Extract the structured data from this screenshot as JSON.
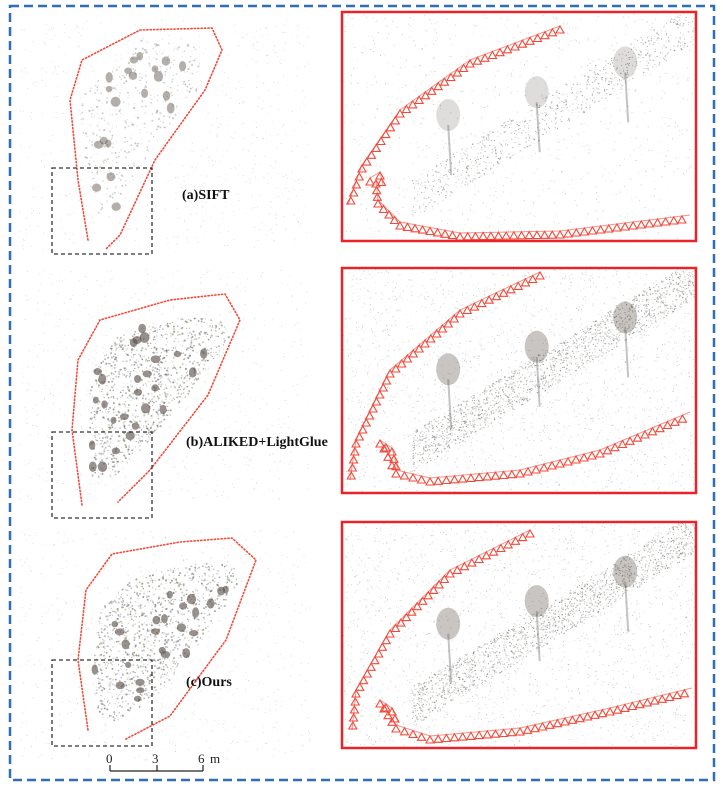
{
  "panels": [
    {
      "id": "sift",
      "label": "(a)SIFT"
    },
    {
      "id": "aliked",
      "label": "(b)ALIKED+LightGlue"
    },
    {
      "id": "ours",
      "label": "(c)Ours"
    }
  ],
  "scale_bar": {
    "ticks": [
      "0",
      "3",
      "6"
    ],
    "unit": "m"
  },
  "colors": {
    "outer_frame": "#2f6fb5",
    "camera_path": "#f04a3a",
    "zoom_frame": "#e8242a",
    "inset_box": "#333333",
    "point_cloud": "#6f6f6f",
    "vegetation": "#6f7e52",
    "tree": "#5a4e48"
  }
}
